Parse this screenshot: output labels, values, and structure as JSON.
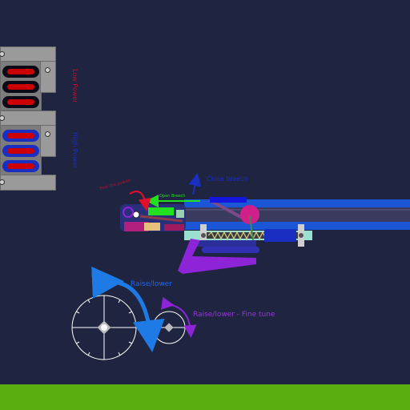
{
  "labels": {
    "low_power": "Low Power",
    "high_power": "High Power",
    "raise_lower": "Raise/lower",
    "raise_lower_fine": "Raise/lower - Fine tune",
    "close_breech": "Close breech",
    "open_breech": "Open Breech",
    "powder": "Pour the powder"
  },
  "colors": {
    "background": "#1f2440",
    "ground": "#5aae12",
    "barrel": "#1a56d6",
    "low_power_slot": "#cc0000",
    "high_power_slot": "#1a2fc2",
    "arrow_blue": "#1e7be6",
    "arrow_purple": "#8d24d8",
    "arrow_green": "#22e020",
    "arrow_red": "#e0102a",
    "text_blue": "#2566e8",
    "text_purple": "#9a34e0",
    "text_red": "#c0102a"
  },
  "icons": {
    "main_wheel": "crank-wheel-icon",
    "fine_wheel": "fine-crank-icon",
    "screws": "screw-icon"
  }
}
